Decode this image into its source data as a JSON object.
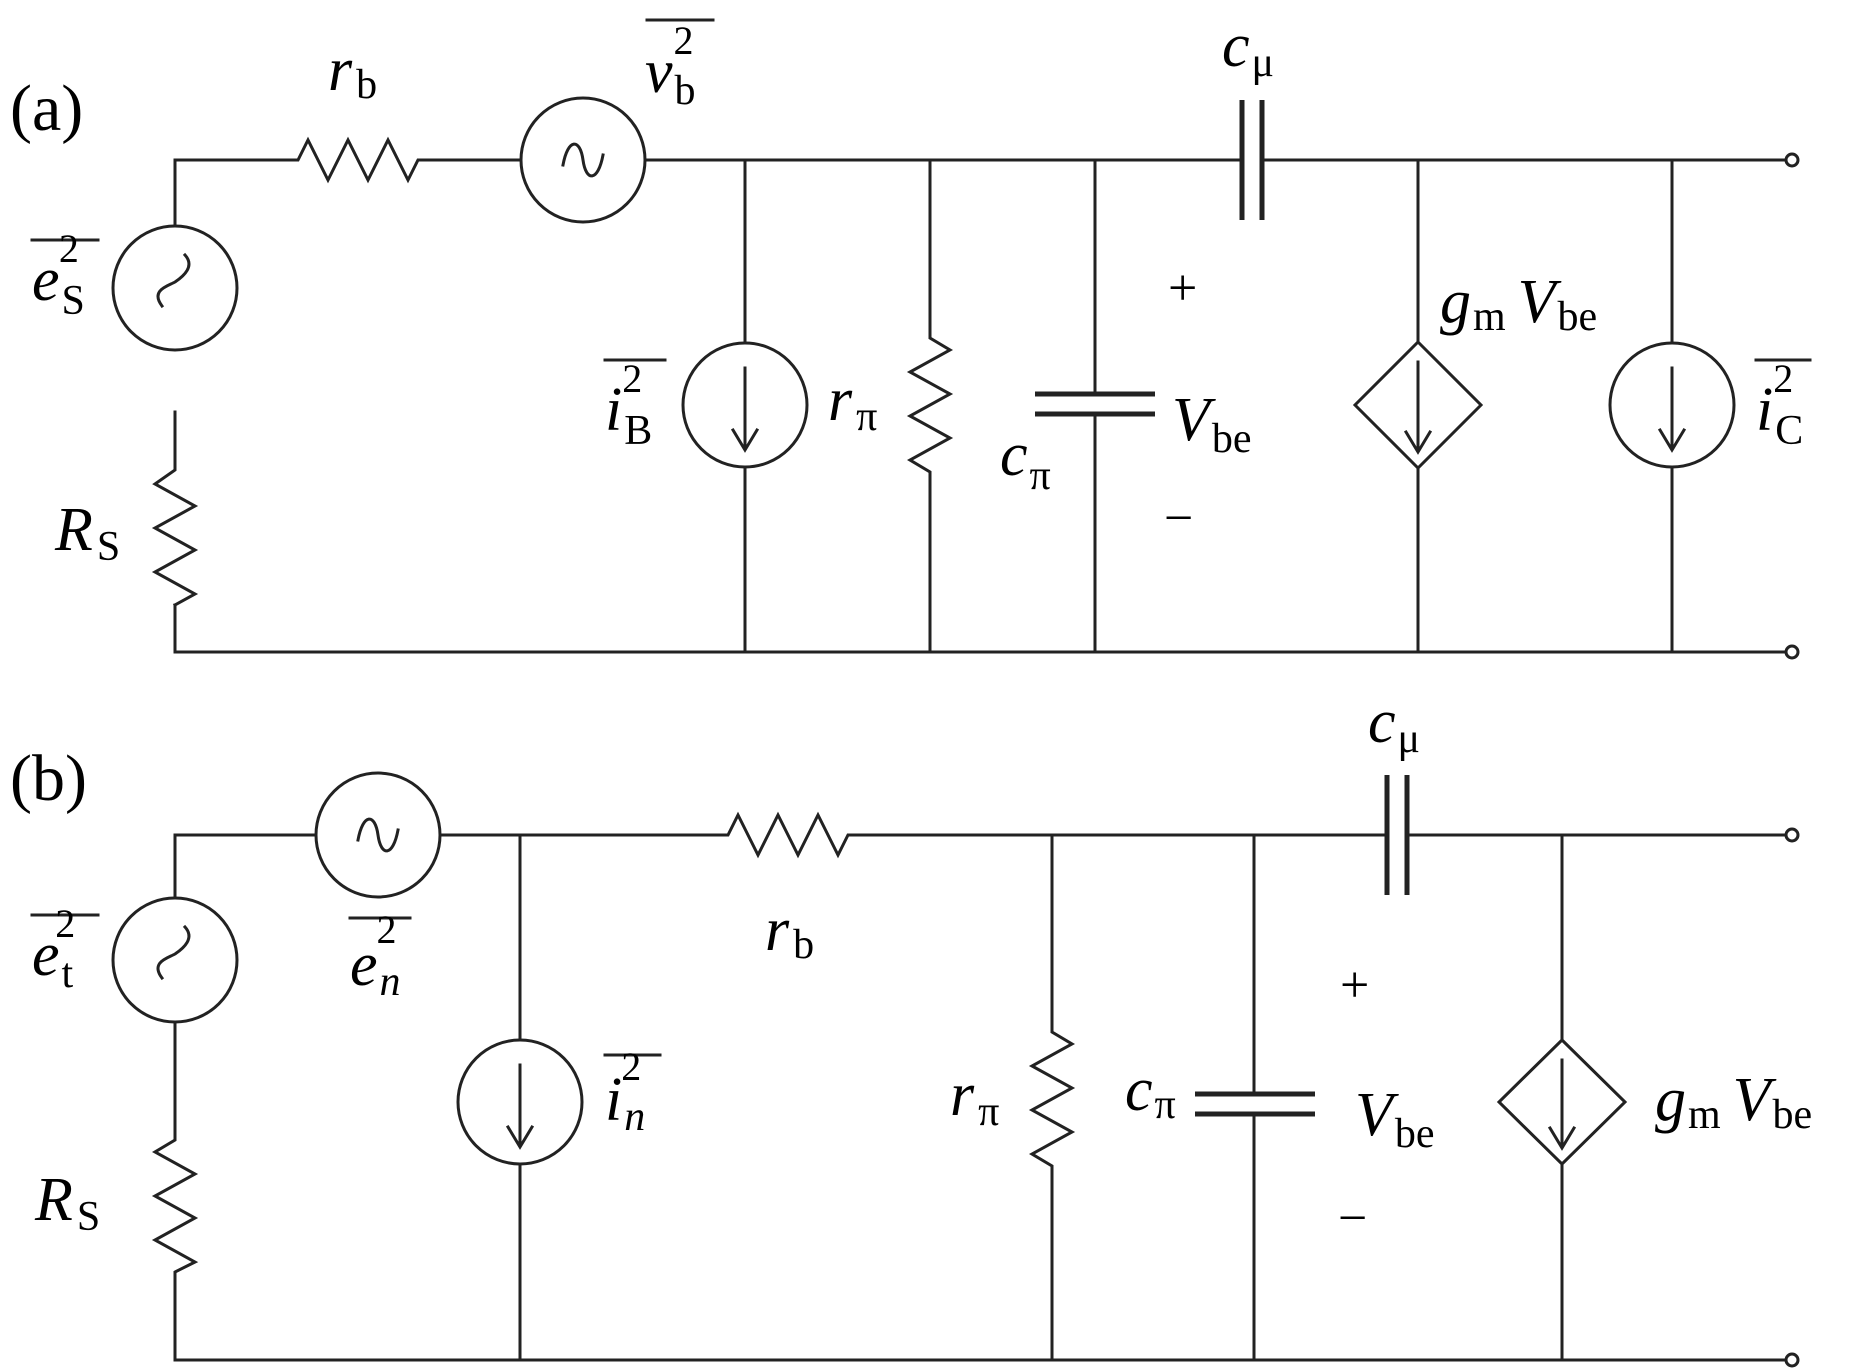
{
  "panels": {
    "a": {
      "label": "(a)",
      "rb_sym": "r",
      "rb_sub": "b",
      "vb_sym": "v",
      "vb_sub": "b",
      "vb_sup": "2",
      "cmu_sym": "c",
      "cmu_sub": "μ",
      "es_sym": "e",
      "es_sub": "S",
      "es_sup": "2",
      "rs_sym": "R",
      "rs_sub": "S",
      "ib_sym": "i",
      "ib_sub": "B",
      "ib_sup": "2",
      "rpi_sym": "r",
      "rpi_sub": "π",
      "cpi_sym": "c",
      "cpi_sub": "π",
      "vbe_sym": "V",
      "vbe_sub": "be",
      "plus": "+",
      "minus": "−",
      "gm_sym": "g",
      "gm_sub": "m",
      "gm_v": "V",
      "gm_vsub": "be",
      "ic_sym": "i",
      "ic_sub": "C",
      "ic_sup": "2"
    },
    "b": {
      "label": "(b)",
      "et_sym": "e",
      "et_sub": "t",
      "et_sup": "2",
      "en_sym": "e",
      "en_sub": "n",
      "en_sup": "2",
      "rs_sym": "R",
      "rs_sub": "S",
      "in_sym": "i",
      "in_sub": "n",
      "in_sup": "2",
      "rb_sym": "r",
      "rb_sub": "b",
      "cmu_sym": "c",
      "cmu_sub": "μ",
      "rpi_sym": "r",
      "rpi_sub": "π",
      "cpi_sym": "c",
      "cpi_sub": "π",
      "vbe_sym": "V",
      "vbe_sub": "be",
      "plus": "+",
      "minus": "−",
      "gm_sym": "g",
      "gm_sub": "m",
      "gm_v": "V",
      "gm_vsub": "be"
    }
  }
}
